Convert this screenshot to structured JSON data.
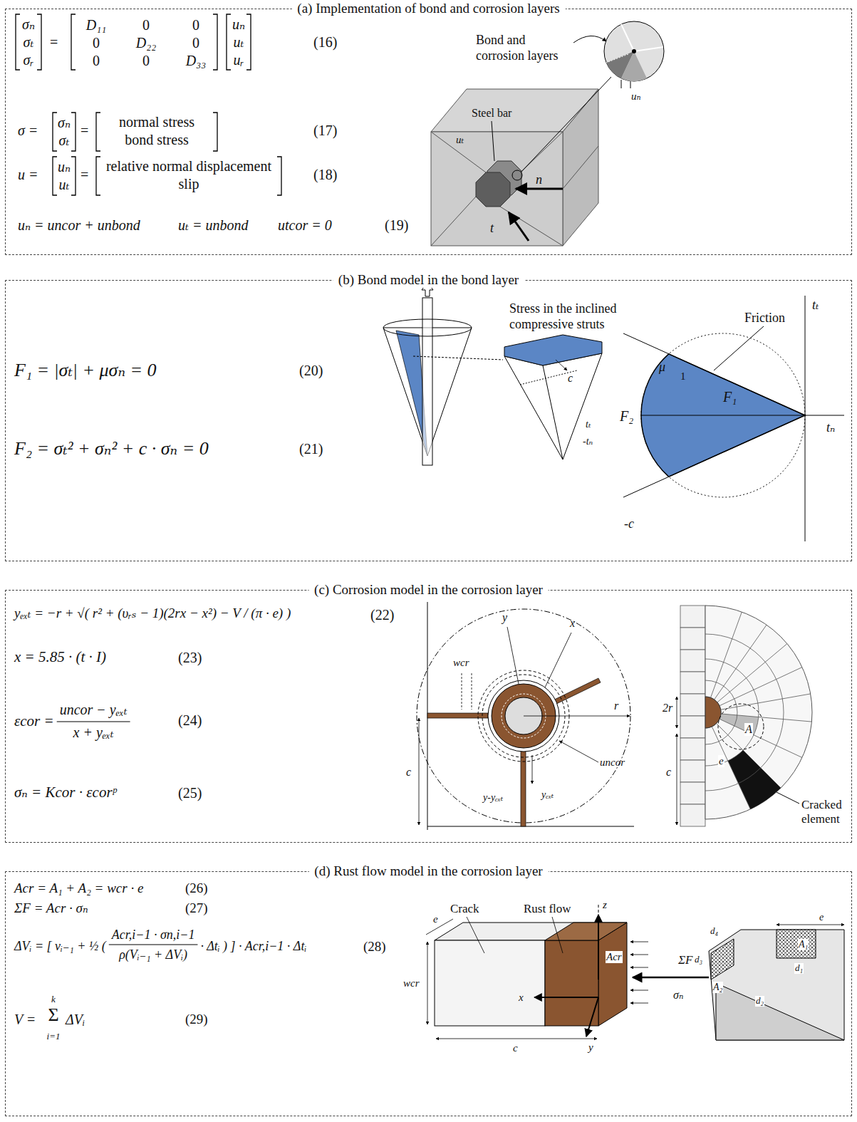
{
  "diagram": {
    "nodes": [
      {
        "text": [
          "(a) Implementation of bond and corrosion layers"
        ]
      },
      {
        "text": [
          "(b) Bond model in the bond layer"
        ]
      },
      {
        "text": [
          "(c) Corrosion model in the corrosion layer"
        ]
      },
      {
        "text": [
          "(d) Rust flow model in the corrosion layer"
        ]
      }
    ],
    "labels": [
      "σₙ σₜ σᵣ",
      "=",
      "D₁₁",
      "0",
      "0",
      "0",
      "D₂₂",
      "0",
      "0",
      "0",
      "D₃₃",
      "uₙ uₜ uᵣ",
      "(16)",
      "σ =",
      "σₙ σₜ",
      "=",
      "normal stress",
      "bond stress",
      "(17)",
      "u =",
      "uₙ uₜ",
      "=",
      "relative normal displacement",
      "slip",
      "(18)",
      "uₙ = uncor + unbond",
      "uₜ = unbond",
      "utcor = 0",
      "(19)",
      "Bond and corrosion layers",
      "Steel bar",
      "n",
      "t",
      "uₙ",
      "uₜ",
      "F₁ = |σₜ| + μσₙ = 0",
      "(20)",
      "F₂ = σₜ² + σₙ² + c · σₙ = 0",
      "(21)",
      "Stress in the inclined compressive struts",
      "c",
      "-tₙ",
      "tₜ",
      "Friction",
      "F₂",
      "μ",
      "1",
      "F₁",
      "tₜ",
      "tₙ",
      "-c",
      "yₑₓₜ = −r + √( r² + (υᵣₛ − 1)(2rx − x²) − V / (π · e) )",
      "(22)",
      "x = 5.85 · (t · I)",
      "(23)",
      "εcor =",
      "uncor − yₑₓₜ",
      "x + yₑₓₜ",
      "(24)",
      "σₙ = Kcor · εcorᵖ",
      "(25)",
      "y",
      "x",
      "wcr",
      "r",
      "uncor",
      "c",
      "y-yₑₓₜ",
      "yₑₓₜ",
      "2r",
      "c",
      "e",
      "A",
      "Cracked element",
      "Acr = A₁ + A₂ = wcr · e",
      "(26)",
      "ΣF = Acr · σₙ",
      "(27)",
      "ΔVᵢ = [ vᵢ₋₁ + ½ (",
      "Acr,i−1 · σn,i−1",
      "ρ(Vᵢ₋₁ + ΔVᵢ)",
      "· Δtᵢ ) ] · Acr,i−1 · Δtᵢ",
      "(28)",
      "V =",
      "k",
      "Σ",
      "i=1",
      "ΔVᵢ",
      "(29)",
      "Crack",
      "Rust flow",
      "z",
      "Acr",
      "e",
      "wcr",
      "x",
      "y",
      "c",
      "ΣF",
      "σₙ",
      "d₄",
      "e",
      "A₁",
      "d₃",
      "A₂",
      "d₁",
      "d₂"
    ]
  }
}
